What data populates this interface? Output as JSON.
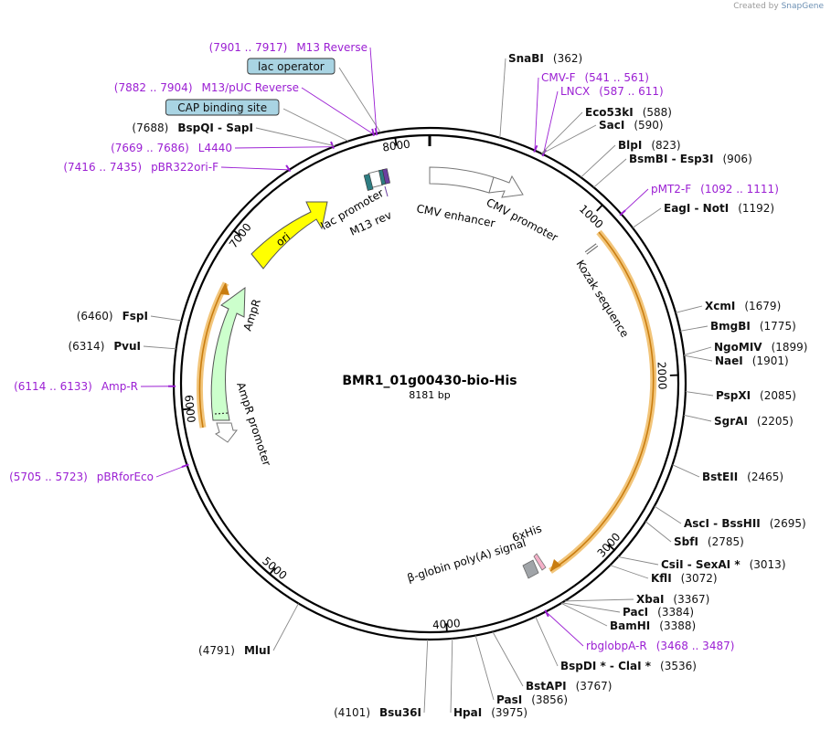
{
  "credit": {
    "prefix": "Created by",
    "brand": "SnapGene"
  },
  "plasmid": {
    "name": "BMR1_01g00430-bio-His",
    "length_label": "8181 bp",
    "length": 8181
  },
  "ticks": [
    "1000",
    "2000",
    "3000",
    "4000",
    "5000",
    "6000",
    "7000",
    "8000"
  ],
  "sites": [
    {
      "label": "SnaBI",
      "pos": "(362)",
      "bp": 362
    },
    {
      "label": "CMV-F",
      "pos": "(541 .. 561)",
      "bp": 551,
      "kind": "primer"
    },
    {
      "label": "LNCX",
      "pos": "(587 .. 611)",
      "bp": 599,
      "kind": "primer"
    },
    {
      "label": "Eco53kI",
      "pos": "(588)",
      "bp": 588
    },
    {
      "label": "SacI",
      "pos": "(590)",
      "bp": 590
    },
    {
      "label": "BlpI",
      "pos": "(823)",
      "bp": 823
    },
    {
      "label": "BsmBI  -  Esp3I",
      "pos": "(906)",
      "bp": 906
    },
    {
      "label": "pMT2-F",
      "pos": "(1092 .. 1111)",
      "bp": 1101,
      "kind": "primer"
    },
    {
      "label": "EagI  -  NotI",
      "pos": "(1192)",
      "bp": 1192
    },
    {
      "label": "XcmI",
      "pos": "(1679)",
      "bp": 1679
    },
    {
      "label": "BmgBI",
      "pos": "(1775)",
      "bp": 1775
    },
    {
      "label": "NgoMIV",
      "pos": "(1899)",
      "bp": 1899
    },
    {
      "label": "NaeI",
      "pos": "(1901)",
      "bp": 1901
    },
    {
      "label": "PspXI",
      "pos": "(2085)",
      "bp": 2085
    },
    {
      "label": "SgrAI",
      "pos": "(2205)",
      "bp": 2205
    },
    {
      "label": "BstEII",
      "pos": "(2465)",
      "bp": 2465
    },
    {
      "label": "AscI  -  BssHII",
      "pos": "(2695)",
      "bp": 2695
    },
    {
      "label": "SbfI",
      "pos": "(2785)",
      "bp": 2785
    },
    {
      "label": "CsiI  -  SexAI *",
      "pos": "(3013)",
      "bp": 3013
    },
    {
      "label": "KflI",
      "pos": "(3072)",
      "bp": 3072
    },
    {
      "label": "XbaI",
      "pos": "(3367)",
      "bp": 3367
    },
    {
      "label": "PacI",
      "pos": "(3384)",
      "bp": 3384
    },
    {
      "label": "BamHI",
      "pos": "(3388)",
      "bp": 3388
    },
    {
      "label": "rbglobpA-R",
      "pos": "(3468 .. 3487)",
      "bp": 3477,
      "kind": "primer"
    },
    {
      "label": "BspDI *  -  ClaI *",
      "pos": "(3536)",
      "bp": 3536
    },
    {
      "label": "BstAPI",
      "pos": "(3767)",
      "bp": 3767
    },
    {
      "label": "PasI",
      "pos": "(3856)",
      "bp": 3856
    },
    {
      "label": "HpaI",
      "pos": "(3975)",
      "bp": 3975
    },
    {
      "label": "Bsu36I",
      "pos": "(4101)",
      "bp": 4101
    },
    {
      "label": "MluI",
      "pos": "(4791)",
      "bp": 4791
    },
    {
      "label": "pBRforEco",
      "pos": "(5705 .. 5723)",
      "bp": 5714,
      "kind": "primer"
    },
    {
      "label": "Amp-R",
      "pos": "(6114 .. 6133)",
      "bp": 6123,
      "kind": "primer"
    },
    {
      "label": "PvuI",
      "pos": "(6314)",
      "bp": 6314
    },
    {
      "label": "FspI",
      "pos": "(6460)",
      "bp": 6460
    },
    {
      "label": "pBR322ori-F",
      "pos": "(7416 .. 7435)",
      "bp": 7425,
      "kind": "primer"
    },
    {
      "label": "L4440",
      "pos": "(7669 .. 7686)",
      "bp": 7677,
      "kind": "primer"
    },
    {
      "label": "BspQI  -  SapI",
      "pos": "(7688)",
      "bp": 7688
    },
    {
      "label": "CAP binding site",
      "bp": 7760,
      "kind": "boxed"
    },
    {
      "label": "M13/pUC Reverse",
      "pos": "(7882 .. 7904)",
      "bp": 7893,
      "kind": "primer"
    },
    {
      "label": "lac operator",
      "bp": 7930,
      "kind": "boxed"
    },
    {
      "label": "M13 Reverse",
      "pos": "(7901 .. 7917)",
      "bp": 7909,
      "kind": "primer"
    }
  ],
  "features": [
    {
      "label": "CMV enhancer",
      "kind": "promoter"
    },
    {
      "label": "CMV promoter",
      "kind": "promoter"
    },
    {
      "label": "Kozak sequence",
      "kind": "misc"
    },
    {
      "label": "6xHis",
      "kind": "tag"
    },
    {
      "label": "β-globin poly(A) signal",
      "kind": "polyA"
    },
    {
      "label": "AmpR",
      "kind": "cds"
    },
    {
      "label": "AmpR promoter",
      "kind": "promoter"
    },
    {
      "label": "ori",
      "kind": "origin"
    },
    {
      "label": "lac promoter",
      "kind": "promoter"
    },
    {
      "label": "M13 rev",
      "kind": "primer_bind"
    }
  ],
  "colors": {
    "primer": "#9b1fd3",
    "ori": "#ffff00",
    "ampr": "#ccffcc",
    "orf": "#f0a830",
    "boxed": "#a9d4e3",
    "polyA": "#a0a4a8",
    "lacop": "#2e7d82",
    "m13": "#6b3fa0"
  }
}
